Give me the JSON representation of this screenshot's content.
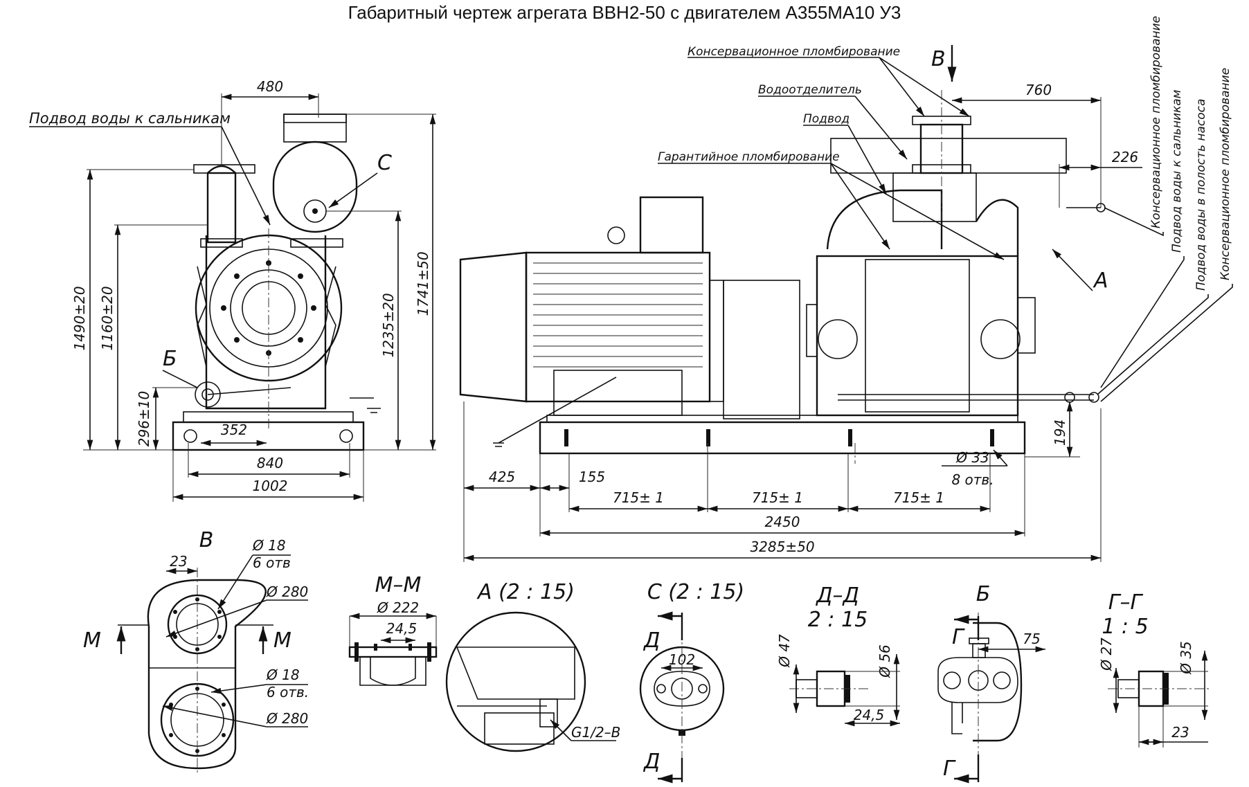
{
  "title": "Габаритный чертеж агрегата ВВН2-50 с двигателем А355МА10 У3",
  "front_view": {
    "label_water_to_glands": "Подвод воды к сальникам",
    "label_c": "C",
    "label_b": "Б",
    "dim_top_width": "480",
    "dim_h_1490": "1490±20",
    "dim_h_1160": "1160±20",
    "dim_h_1235": "1235±20",
    "dim_h_1741": "1741±50",
    "dim_h_296": "296±10",
    "dim_352": "352",
    "dim_840": "840",
    "dim_1002": "1002"
  },
  "side_view": {
    "label_b_arrow": "В",
    "label_conservation_seal": "Консервационное пломбирование",
    "label_separator": "Водоотделитель",
    "label_supply": "Подвод",
    "label_warranty_seal": "Гарантийное пломбирование",
    "label_a": "А",
    "vert_label_1": "Консервационное пломбирование",
    "vert_label_2": "Подвод воды к сальникам",
    "vert_label_3": "Подвод воды в полость насоса",
    "vert_label_4": "Консервационное пломбирование",
    "dim_760": "760",
    "dim_226": "226",
    "dim_194": "194",
    "dim_425": "425",
    "dim_155": "155",
    "dim_715_a": "715± 1",
    "dim_715_b": "715± 1",
    "dim_715_c": "715± 1",
    "dim_2450": "2450",
    "dim_3285": "3285±50",
    "dim_hole": "Ø 33",
    "dim_hole_count": "8 отв."
  },
  "detail_b": {
    "title": "В",
    "dim_23": "23",
    "dim_18_top": "Ø 18",
    "dim_6_top": "6 отв",
    "dim_280_top": "Ø 280",
    "dim_18_bot": "Ø 18",
    "dim_6_bot": "6 отв.",
    "dim_280_bot": "Ø 280",
    "label_m_left": "М",
    "label_m_right": "М"
  },
  "detail_mm": {
    "title": "М–М",
    "dim_222": "Ø 222",
    "dim_245": "24,5"
  },
  "detail_a": {
    "title": "А (2 : 15)",
    "dim_thread": "G1/2–В"
  },
  "detail_c": {
    "title": "С (2 : 15)",
    "dim_102": "102",
    "label_d_top": "Д",
    "label_d_bot": "Д"
  },
  "detail_dd": {
    "title": "Д–Д",
    "scale": "2 : 15",
    "dim_47": "Ø 47",
    "dim_56": "Ø 56",
    "dim_245": "24,5"
  },
  "detail_bb": {
    "title": "Б",
    "dim_75": "75",
    "label_g_top": "Г",
    "label_g_bot": "Г"
  },
  "detail_gg": {
    "title": "Г–Г",
    "scale": "1 : 5",
    "dim_27": "Ø 27",
    "dim_35": "Ø 35",
    "dim_23": "23"
  }
}
